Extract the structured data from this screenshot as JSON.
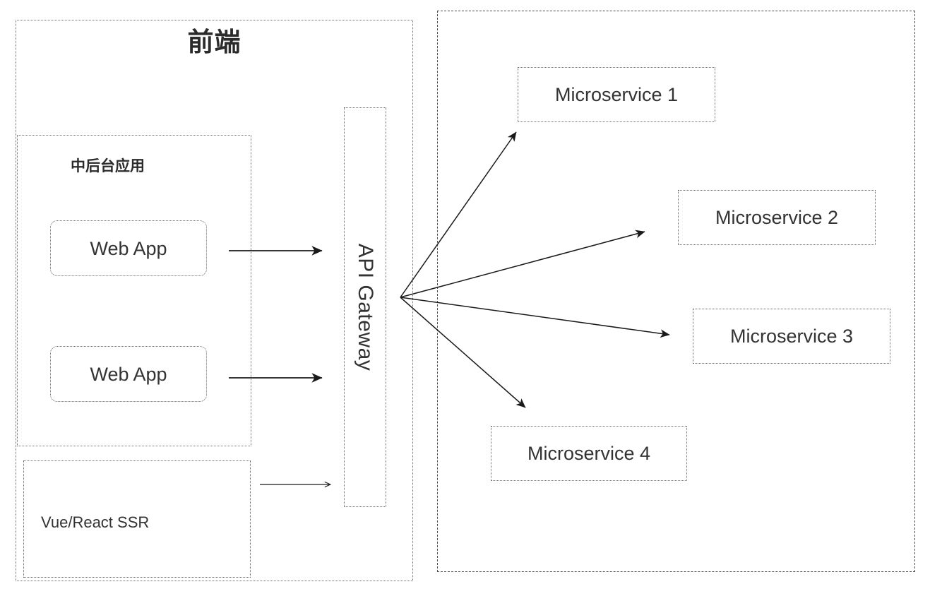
{
  "diagram": {
    "title_frontend": "前端",
    "groups": {
      "admin_app_label": "中后台应用",
      "ssr_label": "Vue/React SSR"
    },
    "webapps": [
      {
        "label": "Web App"
      },
      {
        "label": "Web App"
      }
    ],
    "gateway": {
      "label": "API Gateway",
      "orientation": "vertical-90deg"
    },
    "microservices": [
      {
        "label": "Microservice 1"
      },
      {
        "label": "Microservice 2"
      },
      {
        "label": "Microservice 3"
      },
      {
        "label": "Microservice 4"
      }
    ],
    "connectors": [
      {
        "name": "webapp-1-to-gateway",
        "from": "Web App",
        "to": "API Gateway",
        "style": "solid-filled-arrow"
      },
      {
        "name": "webapp-2-to-gateway",
        "from": "Web App",
        "to": "API Gateway",
        "style": "solid-filled-arrow"
      },
      {
        "name": "ssr-to-gateway",
        "from": "Vue/React SSR",
        "to": "API Gateway",
        "style": "solid-open-arrow"
      },
      {
        "name": "gateway-to-microservice-1",
        "from": "API Gateway",
        "to": "Microservice 1",
        "style": "solid-filled-arrow"
      },
      {
        "name": "gateway-to-microservice-2",
        "from": "API Gateway",
        "to": "Microservice 2",
        "style": "solid-filled-arrow"
      },
      {
        "name": "gateway-to-microservice-3",
        "from": "API Gateway",
        "to": "Microservice 3",
        "style": "solid-filled-arrow"
      },
      {
        "name": "gateway-to-microservice-4",
        "from": "API Gateway",
        "to": "Microservice 4",
        "style": "solid-filled-arrow"
      }
    ],
    "colors": {
      "stroke": "#6b6b6b",
      "line": "#1a1a1a",
      "text": "#333333",
      "background": "#ffffff"
    }
  }
}
